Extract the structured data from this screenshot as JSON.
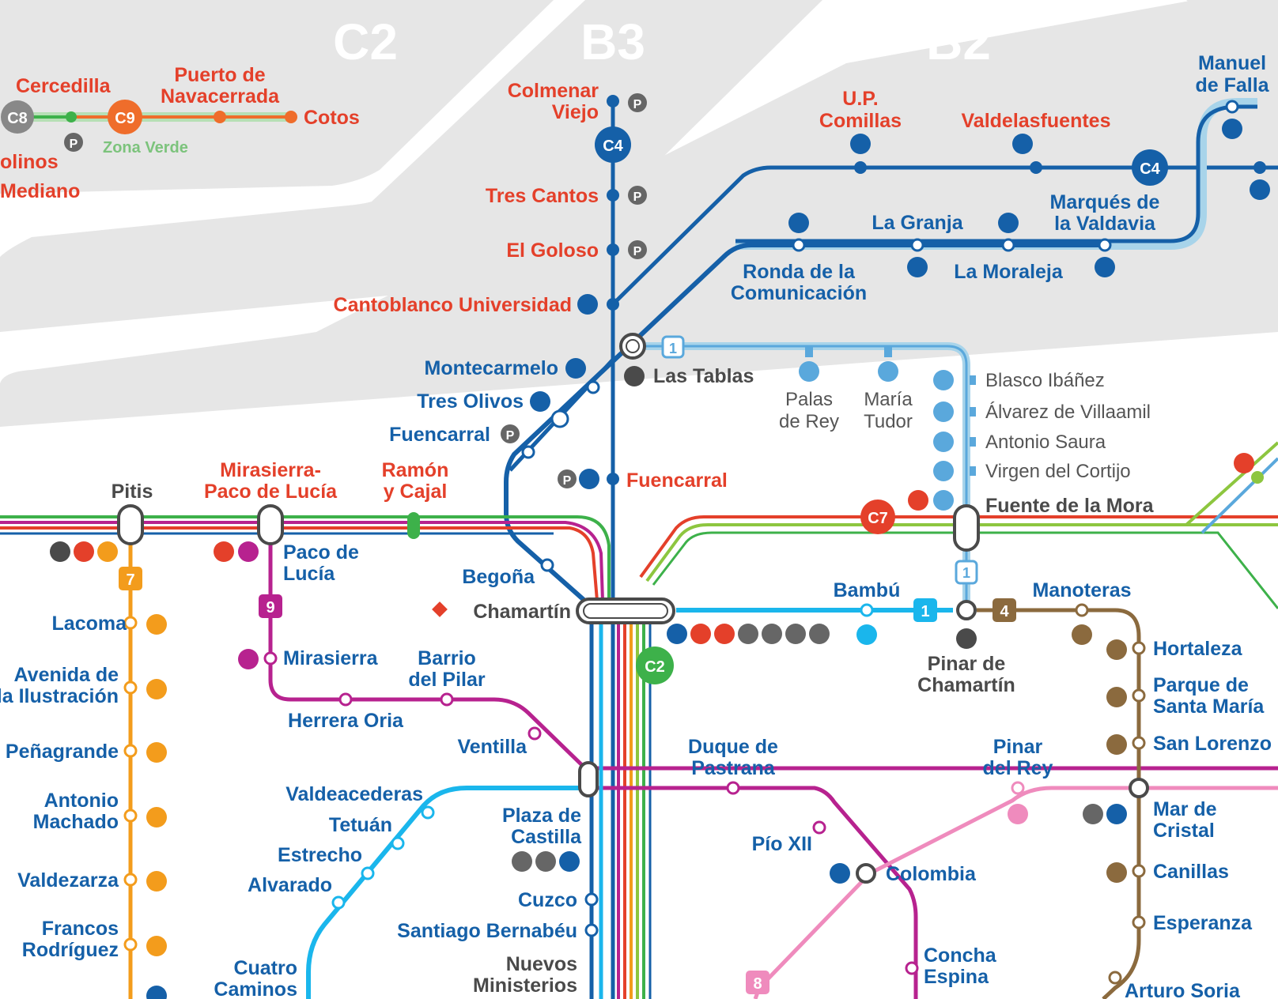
{
  "zones": [
    "C2",
    "B3",
    "B2"
  ],
  "cercanias_stations": {
    "cercedilla": "Cercedilla",
    "puerto_l1": "Puerto de",
    "puerto_l2": "Navacerrada",
    "cotos": "Cotos",
    "molinos": "olinos",
    "mediano": "Mediano",
    "zona_verde": "Zona Verde",
    "colmenar_l1": "Colmenar",
    "colmenar_l2": "Viejo",
    "tres_cantos": "Tres Cantos",
    "el_goloso": "El Goloso",
    "cantoblanco": "Cantoblanco Universidad",
    "fuencarral_c": "Fuencarral",
    "mirasierra_l1": "Mirasierra-",
    "mirasierra_l2": "Paco de Lucía",
    "ramon_l1": "Ramón",
    "ramon_l2": "y Cajal",
    "up_l1": "U.P.",
    "up_l2": "Comillas",
    "valdelasfuentes": "Valdelasfuentes",
    "manuel_l1": "Manuel",
    "manuel_l2": "de Falla"
  },
  "line_badges": {
    "c8": "C8",
    "c9": "C9",
    "c4": "C4",
    "c4b": "C4",
    "c7": "C7",
    "c2": "C2",
    "l1": "1",
    "l1b": "1",
    "l1c": "1",
    "l4": "4",
    "l7": "7",
    "l8": "8",
    "l9": "9"
  },
  "metro_stations": {
    "montecarmelo": "Montecarmelo",
    "tres_olivos": "Tres Olivos",
    "fuencarral_m": "Fuencarral",
    "las_tablas": "Las Tablas",
    "palas_l1": "Palas",
    "palas_l2": "de Rey",
    "maria_l1": "María",
    "maria_l2": "Tudor",
    "blasco": "Blasco Ibáñez",
    "alvarez": "Álvarez de Villaamil",
    "antonio_saura": "Antonio Saura",
    "virgen": "Virgen del Cortijo",
    "fuente_mora": "Fuente de la Mora",
    "la_granja": "La Granja",
    "ronda_l1": "Ronda de la",
    "ronda_l2": "Comunicación",
    "la_moraleja": "La Moraleja",
    "marques_l1": "Marqués de",
    "marques_l2": "la Valdavia",
    "pitis": "Pitis",
    "paco_l1": "Paco de",
    "paco_l2": "Lucía",
    "begona": "Begoña",
    "chamartin": "Chamartín",
    "bambu": "Bambú",
    "pinar_l1": "Pinar de",
    "pinar_l2": "Chamartín",
    "manoteras": "Manoteras",
    "hortaleza": "Hortaleza",
    "parque_l1": "Parque de",
    "parque_l2": "Santa María",
    "san_lorenzo": "San Lorenzo",
    "mar_l1": "Mar de",
    "mar_l2": "Cristal",
    "canillas": "Canillas",
    "esperanza": "Esperanza",
    "arturo": "Arturo Soria",
    "lacoma": "Lacoma",
    "avenida_l1": "Avenida de",
    "avenida_l2": "la Ilustración",
    "penagrande": "Peñagrande",
    "antonio_m_l1": "Antonio",
    "antonio_m_l2": "Machado",
    "valdezarza": "Valdezarza",
    "francos_l1": "Francos",
    "francos_l2": "Rodríguez",
    "mirasierra": "Mirasierra",
    "barrio_l1": "Barrio",
    "barrio_l2": "del Pilar",
    "herrera": "Herrera Oria",
    "ventilla": "Ventilla",
    "valdeacederas": "Valdeacederas",
    "tetuan": "Tetuán",
    "estrecho": "Estrecho",
    "alvarado": "Alvarado",
    "cuatro_l1": "Cuatro",
    "cuatro_l2": "Caminos",
    "plaza_l1": "Plaza de",
    "plaza_l2": "Castilla",
    "cuzco": "Cuzco",
    "santiago": "Santiago Bernabéu",
    "nuevos_l1": "Nuevos",
    "nuevos_l2": "Ministerios",
    "duque_l1": "Duque de",
    "duque_l2": "Pastrana",
    "pio": "Pío XII",
    "colombia": "Colombia",
    "concha_l1": "Concha",
    "concha_l2": "Espina",
    "pinar_rey_l1": "Pinar",
    "pinar_rey_l2": "del Rey"
  },
  "colors": {
    "cercanias_red": "#e4402a",
    "metro_blue": "#1560a8",
    "line1": "#5aa8dc",
    "line4": "#8b6a3e",
    "line7": "#f39c1c",
    "line8": "#ef8bbd",
    "line9": "#b7228f",
    "line10": "#1a5ba6",
    "c2": "#3db14a",
    "zone_bg": "#e6e6e6"
  },
  "icons": [
    "accessible-icon",
    "parking-icon",
    "clock-icon",
    "bus-icon",
    "train-icon"
  ]
}
